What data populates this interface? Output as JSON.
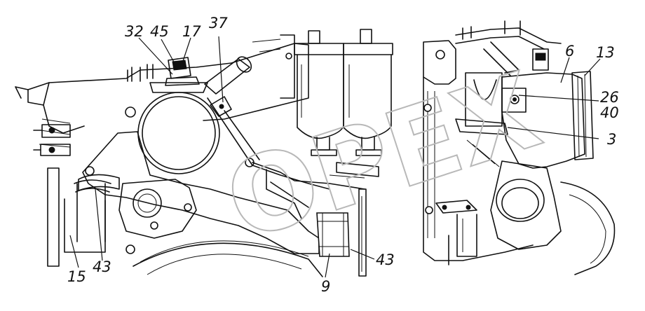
{
  "watermark": "OPEX",
  "labels": {
    "l32": "32",
    "l45": "45",
    "l17": "17",
    "l37": "37",
    "l6": "6",
    "l13": "13",
    "l26": "26",
    "l40": "40",
    "l3": "3",
    "l15": "15",
    "l43a": "43",
    "l9": "9",
    "l43b": "43"
  }
}
